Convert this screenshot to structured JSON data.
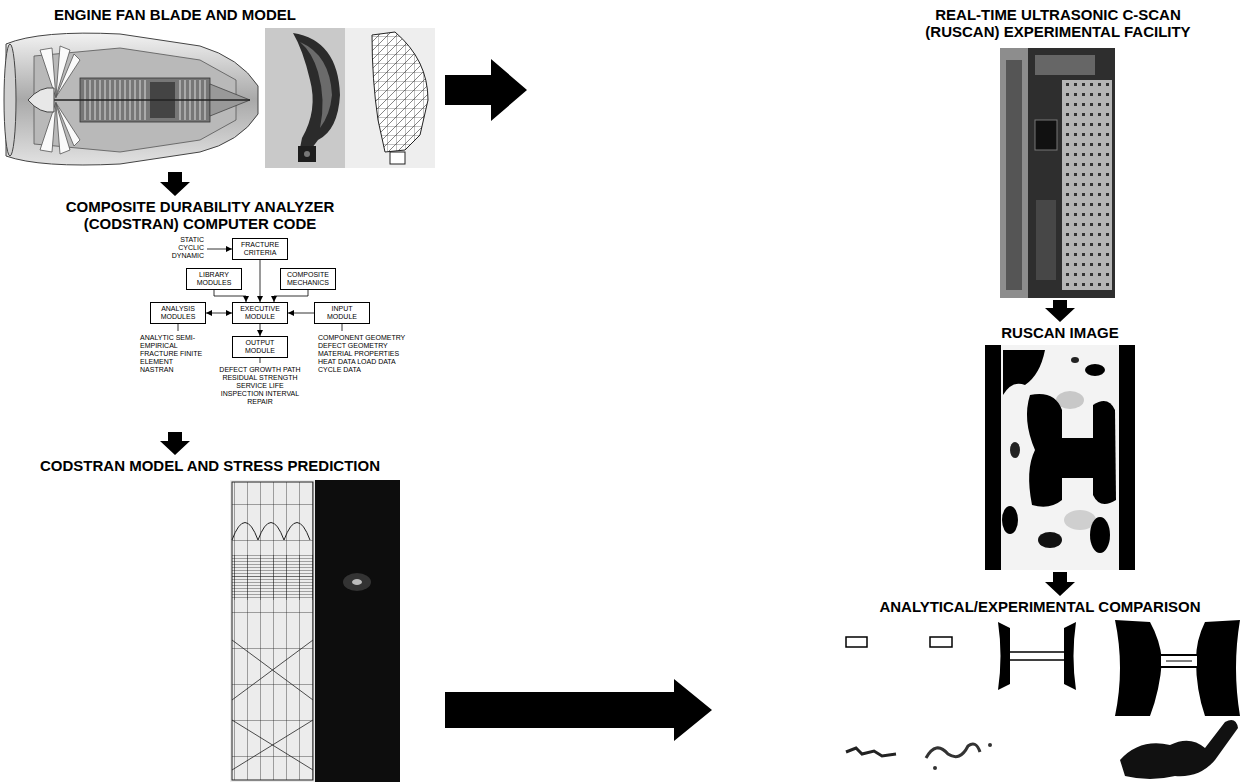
{
  "diagram": {
    "nodes": [
      {
        "text": [
          "ENGINE FAN BLADE AND MODEL"
        ]
      },
      {
        "text": [
          "COMPOSITE DURABILITY ANALYZER (CODSTRAN) COMPUTER CODE"
        ]
      },
      {
        "text": [
          "FRACTURE CRITERIA"
        ],
        "in": 1
      },
      {
        "text": [
          "LIBRARY MODULES"
        ],
        "in": 1
      },
      {
        "text": [
          "COMPOSITE MECHANICS"
        ],
        "in": 1
      },
      {
        "text": [
          "ANALYSIS MODULES"
        ],
        "in": 1
      },
      {
        "text": [
          "EXECUTIVE MODULE"
        ],
        "in": 1
      },
      {
        "text": [
          "INPUT MODULE"
        ],
        "in": 1
      },
      {
        "text": [
          "OUTPUT MODULE"
        ],
        "in": 1
      },
      {
        "text": [
          "CODSTRAN MODEL AND STRESS PREDICTION"
        ]
      },
      {
        "text": [
          "REAL-TIME ULTRASONIC C-SCAN (RUSCAN) EXPERIMENTAL FACILITY"
        ]
      },
      {
        "text": [
          "RUSCAN IMAGE"
        ]
      },
      {
        "text": [
          "ANALYTICAL/EXPERIMENTAL COMPARISON"
        ]
      }
    ],
    "edges": [
      {
        "from": 0,
        "to": 1,
        "arrow": "to"
      },
      {
        "from": 0,
        "to": 10,
        "arrow": "to"
      },
      {
        "from": 2,
        "to": 6,
        "arrow": "to"
      },
      {
        "from": 3,
        "to": 6,
        "arrow": "to"
      },
      {
        "from": 4,
        "to": 6,
        "arrow": "to"
      },
      {
        "from": 5,
        "to": 6,
        "arrow": "both"
      },
      {
        "from": 7,
        "to": 6,
        "arrow": "to"
      },
      {
        "from": 6,
        "to": 8,
        "arrow": "to"
      },
      {
        "from": 1,
        "to": 9,
        "arrow": "to"
      },
      {
        "from": 9,
        "to": 12,
        "arrow": "to"
      },
      {
        "from": 10,
        "to": 11,
        "arrow": "to"
      },
      {
        "from": 11,
        "to": 12,
        "arrow": "to"
      }
    ],
    "labels": [
      "STATIC CYCLIC DYNAMIC",
      "ANALYTIC SEMI-EMPIRICAL FRACTURE FINITE ELEMENT NASTRAN",
      "DEFECT GROWTH PATH RESIDUAL STRENGTH SERVICE LIFE INSPECTION INTERVAL REPAIR",
      "COMPONENT GEOMETRY DEFECT GEOMETRY MATERIAL PROPERTIES HEAT DATA LOAD DATA CYCLE DATA"
    ]
  }
}
